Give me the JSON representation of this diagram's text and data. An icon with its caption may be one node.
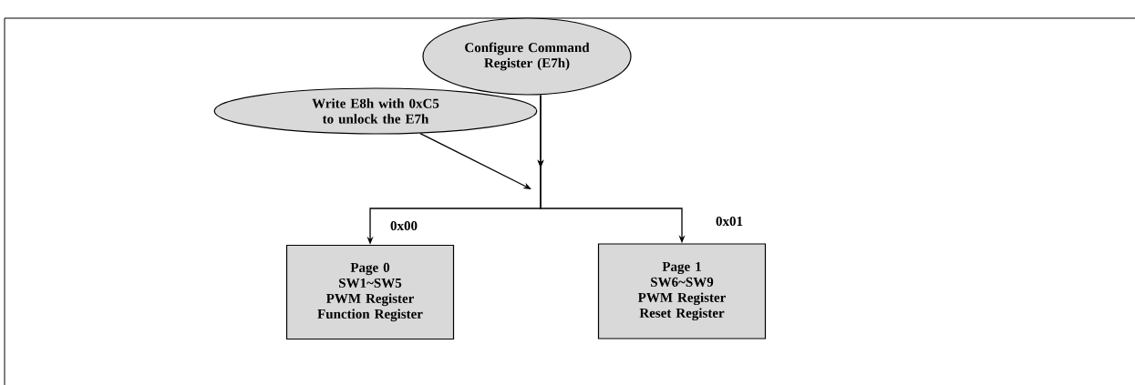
{
  "diagram": {
    "nodes": [
      {
        "text": [
          "Configure Command Register (E7h)"
        ]
      },
      {
        "text": [
          "Write E8h with 0xC5 to unlock the E7h"
        ]
      },
      {
        "text": [
          "Page 0",
          "SW1~SW5 PWM Register",
          "Function Register"
        ]
      },
      {
        "text": [
          "Page 1",
          "SW6~SW9 PWM Register",
          "Reset Register"
        ]
      }
    ],
    "edges": [
      {
        "from": 0,
        "to": 2,
        "arrow": "to",
        "label": "0x00"
      },
      {
        "from": 0,
        "to": 3,
        "arrow": "to",
        "label": "0x01"
      },
      {
        "from": 1,
        "to": null,
        "arrow": "to"
      }
    ]
  }
}
